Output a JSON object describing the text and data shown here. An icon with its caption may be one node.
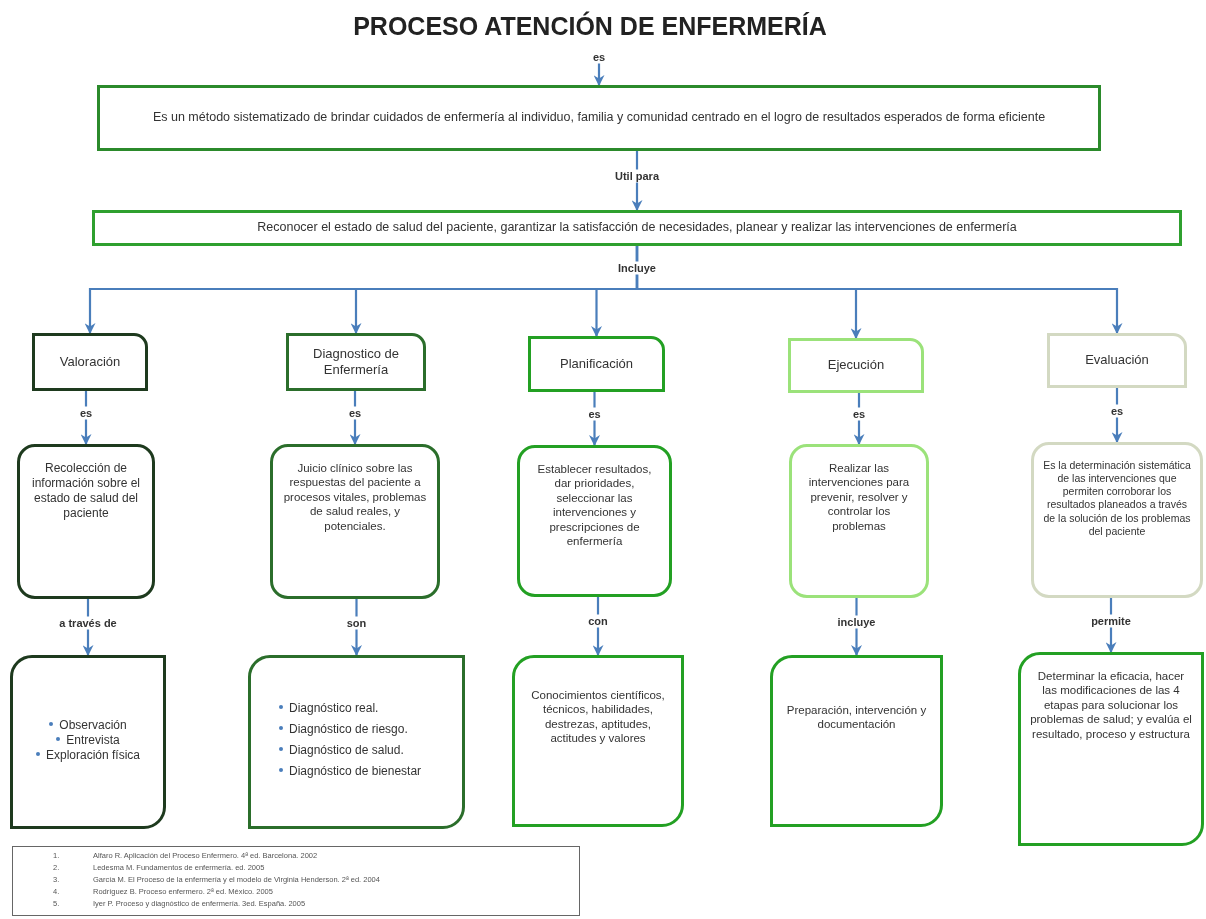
{
  "diagram": {
    "title": "PROCESO ATENCIÓN DE ENFERMERÍA",
    "nodes": [
      {
        "text": [
          "Es un método sistematizado de brindar cuidados de enfermería al individuo, familia y comunidad centrado en el logro de resultados esperados de forma eficiente"
        ]
      },
      {
        "text": [
          "Reconocer el estado de salud del paciente, garantizar la satisfacción de necesidades, planear y realizar las intervenciones de enfermería"
        ]
      },
      {
        "text": [
          "Valoración"
        ]
      },
      {
        "text": [
          "Diagnostico de Enfermería"
        ]
      },
      {
        "text": [
          "Planificación"
        ]
      },
      {
        "text": [
          "Ejecución"
        ]
      },
      {
        "text": [
          "Evaluación"
        ]
      },
      {
        "text": [
          "Recolección de información sobre el estado de salud del paciente"
        ]
      },
      {
        "text": [
          "Juicio clínico sobre las respuestas del paciente a procesos vitales, problemas de salud reales, y potenciales."
        ]
      },
      {
        "text": [
          "Establecer resultados, dar prioridades, seleccionar las intervenciones y prescripciones de enfermería"
        ]
      },
      {
        "text": [
          "Realizar las intervenciones para prevenir, resolver y controlar los problemas"
        ]
      },
      {
        "text": [
          "Es la determinación sistemática de las intervenciones que permiten corroborar los resultados planeados a través de la solución de los problemas del paciente"
        ]
      },
      {
        "text": [
          "Observación",
          "Entrevista",
          "Exploración física"
        ]
      },
      {
        "text": [
          "Diagnóstico real.",
          "Diagnóstico de riesgo.",
          "Diagnóstico de salud.",
          "Diagnóstico de bienestar"
        ]
      },
      {
        "text": [
          "Conocimientos científicos, técnicos, habilidades, destrezas, aptitudes, actitudes y valores"
        ]
      },
      {
        "text": [
          "Preparación, intervención y documentación"
        ]
      },
      {
        "text": [
          "Determinar la eficacia, hacer las modificaciones de las 4 etapas para solucionar los problemas de salud; y evalúa el resultado, proceso y estructura"
        ]
      },
      {
        "text": [
          "1.",
          "Alfaro R. Aplicación del Proceso Enfermero. 4ª ed. Barcelona. 2002",
          "2.",
          "Ledesma M. Fundamentos de enfermería. ed. 2005",
          "3.",
          "García M. El Proceso de la enfermería y el modelo de Virginia Henderson. 2ª ed. 2004",
          "4.",
          "Rodríguez B. Proceso enfermero. 2ª ed. México. 2005",
          "5.",
          "Iyer P. Proceso y diagnóstico de enfermería. 3ed. España. 2005"
        ]
      }
    ],
    "edges": [
      {
        "from": null,
        "to": 0,
        "arrow": "to",
        "label": "es"
      },
      {
        "from": 0,
        "to": 1,
        "arrow": "to",
        "label": "Util para"
      },
      {
        "from": 1,
        "to": 2,
        "arrow": "to"
      },
      {
        "from": 1,
        "to": 3,
        "arrow": "to"
      },
      {
        "from": 1,
        "to": 4,
        "arrow": "to",
        "label": "Incluye"
      },
      {
        "from": 1,
        "to": 5,
        "arrow": "to"
      },
      {
        "from": 1,
        "to": 6,
        "arrow": "to"
      },
      {
        "from": 2,
        "to": 7,
        "arrow": "to",
        "label": "es"
      },
      {
        "from": 3,
        "to": 8,
        "arrow": "to",
        "label": "es"
      },
      {
        "from": 4,
        "to": 9,
        "arrow": "to",
        "label": "es"
      },
      {
        "from": 5,
        "to": 10,
        "arrow": "to",
        "label": "es"
      },
      {
        "from": 6,
        "to": 11,
        "arrow": "to",
        "label": "es"
      },
      {
        "from": 7,
        "to": 12,
        "arrow": "to",
        "label": "a través de"
      },
      {
        "from": 8,
        "to": 13,
        "arrow": "to",
        "label": "son"
      },
      {
        "from": 9,
        "to": 14,
        "arrow": "to",
        "label": "con"
      },
      {
        "from": 10,
        "to": 15,
        "arrow": "to",
        "label": "incluye"
      },
      {
        "from": 11,
        "to": 16,
        "arrow": "to",
        "label": "permite"
      }
    ]
  }
}
